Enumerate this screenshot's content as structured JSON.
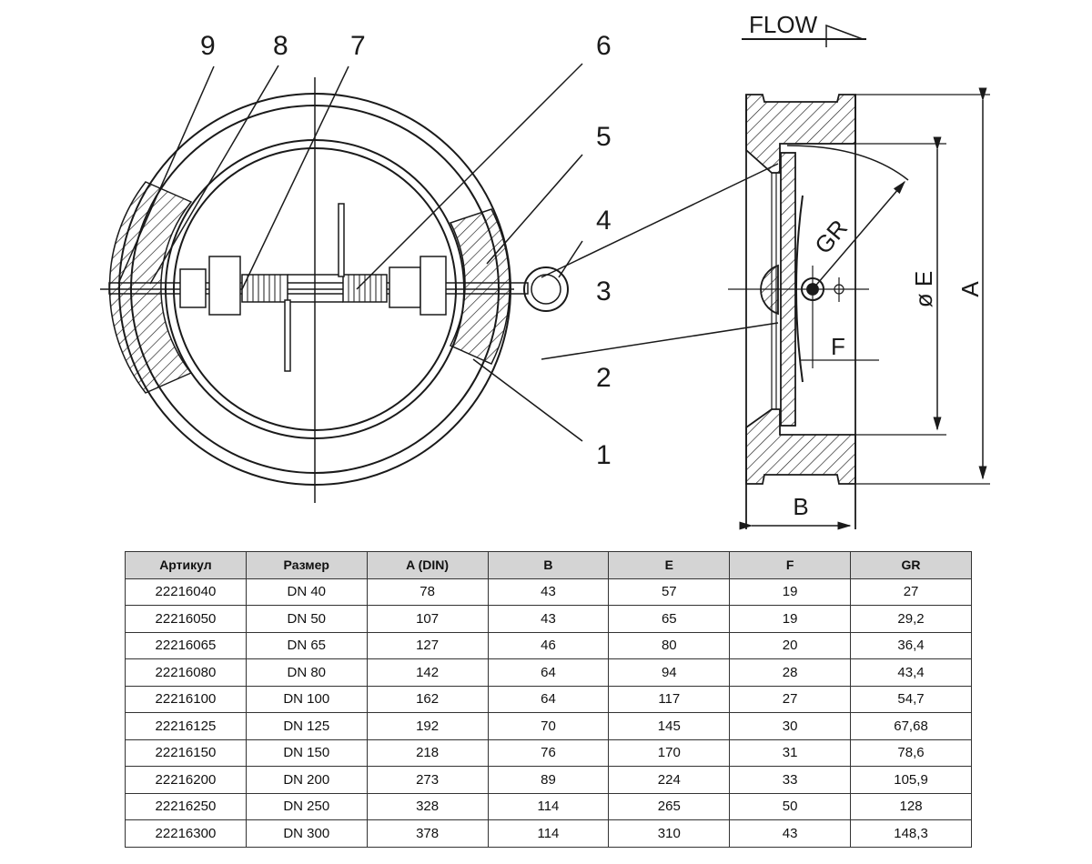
{
  "drawing": {
    "front_view_callouts": [
      "1",
      "2",
      "3",
      "4",
      "5",
      "6",
      "7",
      "8",
      "9"
    ],
    "flow_label": "FLOW",
    "dimension_labels": {
      "A": "A",
      "B": "B",
      "E": "ø E",
      "F": "F",
      "GR": "GR"
    }
  },
  "table": {
    "headers": [
      "Артикул",
      "Размер",
      "A (DIN)",
      "B",
      "E",
      "F",
      "GR"
    ],
    "rows": [
      [
        "22216040",
        "DN 40",
        "78",
        "43",
        "57",
        "19",
        "27"
      ],
      [
        "22216050",
        "DN 50",
        "107",
        "43",
        "65",
        "19",
        "29,2"
      ],
      [
        "22216065",
        "DN 65",
        "127",
        "46",
        "80",
        "20",
        "36,4"
      ],
      [
        "22216080",
        "DN 80",
        "142",
        "64",
        "94",
        "28",
        "43,4"
      ],
      [
        "22216100",
        "DN 100",
        "162",
        "64",
        "117",
        "27",
        "54,7"
      ],
      [
        "22216125",
        "DN 125",
        "192",
        "70",
        "145",
        "30",
        "67,68"
      ],
      [
        "22216150",
        "DN 150",
        "218",
        "76",
        "170",
        "31",
        "78,6"
      ],
      [
        "22216200",
        "DN 200",
        "273",
        "89",
        "224",
        "33",
        "105,9"
      ],
      [
        "22216250",
        "DN 250",
        "328",
        "114",
        "265",
        "50",
        "128"
      ],
      [
        "22216300",
        "DN 300",
        "378",
        "114",
        "310",
        "43",
        "148,3"
      ]
    ]
  },
  "colors": {
    "line": "#1a1a1a",
    "header_bg": "#d4d4d4"
  }
}
